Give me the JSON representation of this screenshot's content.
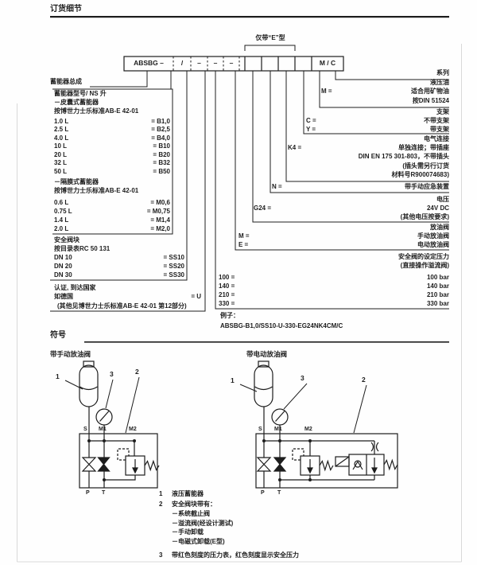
{
  "page": {
    "ink": "#1d1d1d",
    "edge": "#d9d9d9"
  },
  "header": {
    "title": "订货细节"
  },
  "code_box": {
    "prefix": "ABSBG –",
    "slash": "/",
    "dash": "–",
    "suffix": "M / C",
    "bracket_label": "仅带“E”型"
  },
  "left_column": {
    "assembly_label": "蓄能器总成",
    "type_group": {
      "heading": "蓄能器型号/ NS 升",
      "bladder_heading": "－皮囊式蓄能器",
      "bladder_standard": "按博世力士乐标准AB-E 42-01",
      "bladder_rows": [
        {
          "size": "1.0 L",
          "code": "= B1,0"
        },
        {
          "size": "2.5 L",
          "code": "= B2,5"
        },
        {
          "size": "4.0 L",
          "code": "= B4,0"
        },
        {
          "size": "10 L",
          "code": "= B10"
        },
        {
          "size": "20 L",
          "code": "= B20"
        },
        {
          "size": "32 L",
          "code": "= B32"
        },
        {
          "size": "50 L",
          "code": "= B50"
        }
      ],
      "diaphragm_heading": "－隔膜式蓄能器",
      "diaphragm_standard": "按博世力士乐标准AB-E 42-01",
      "diaphragm_rows": [
        {
          "size": "0.6 L",
          "code": "= M0,6"
        },
        {
          "size": "0.75 L",
          "code": "= M0,75"
        },
        {
          "size": "1.4 L",
          "code": "= M1,4"
        },
        {
          "size": "2.0 L",
          "code": "= M2,0"
        }
      ]
    },
    "safety_group": {
      "heading": "安全阀块",
      "standard": "按目录表RC 50 131",
      "rows": [
        {
          "size": "DN 10",
          "code": "= SS10"
        },
        {
          "size": "DN 20",
          "code": "= SS20"
        },
        {
          "size": "DN 30",
          "code": "= SS30"
        }
      ]
    },
    "cert_group": {
      "heading": "认证, 到达国家",
      "country": "如德国",
      "code": "= U",
      "note": "(其他见博世力士乐标准AB-E 42-01 第12部分)"
    }
  },
  "right_column": {
    "series_label": "系列",
    "oil": {
      "heading": "液压油",
      "code": "M =",
      "line1": "适合用矿物油",
      "line2": "按DIN 51524"
    },
    "bracket": {
      "heading": "支架",
      "rows": [
        {
          "code": "C =",
          "label": "不带支架"
        },
        {
          "code": "Y =",
          "label": "带支架"
        }
      ]
    },
    "electrical": {
      "heading": "电气连接",
      "code": "K4 =",
      "line1": "单独连接；带插座",
      "line2": "DIN EN 175 301-803，不带插头",
      "line3": "(插头需另行订货",
      "line4": "材料号R900074683)"
    },
    "emergency": {
      "code": "N =",
      "label": "带手动应急装置"
    },
    "voltage": {
      "heading": "电压",
      "code": "G24 =",
      "value": "24V DC",
      "note": "(其他电压按要求)"
    },
    "drain": {
      "heading": "放油阀",
      "rows": [
        {
          "code": "M =",
          "label": "手动放油阀"
        },
        {
          "code": "E =",
          "label": "电动放油阀"
        }
      ]
    },
    "pressure": {
      "heading": "安全阀的设定压力",
      "subheading": "(直接操作溢流阀)",
      "rows": [
        {
          "code": "100 =",
          "label": "100 bar"
        },
        {
          "code": "140 =",
          "label": "140 bar"
        },
        {
          "code": "210 =",
          "label": "210 bar"
        },
        {
          "code": "330 =",
          "label": "330 bar"
        }
      ]
    }
  },
  "example": {
    "label": "例子：",
    "code": "ABSBG-B1,0/SS10-U-330-EG24NK4CM/C"
  },
  "symbols": {
    "title": "符号",
    "manual_diagram_title": "带手动放油阀",
    "electric_diagram_title": "带电动放油阀",
    "ports": {
      "s": "S",
      "m1": "M1",
      "m2": "M2",
      "p": "P",
      "t": "T"
    },
    "callouts": {
      "c1": "1",
      "c2": "2",
      "c3": "3"
    },
    "legend": {
      "item1_num": "1",
      "item1_text": "液压蓄能器",
      "item2_num": "2",
      "item2_text": "安全阀块带有：",
      "item2_sub1": "－系统截止阀",
      "item2_sub2": "－溢流阀(经设计测试)",
      "item2_sub3": "－手动卸载",
      "item2_sub4": "－电磁式卸载(E型)",
      "item3_num": "3",
      "item3_text": "带红色刻度的压力表，红色刻度显示安全压力"
    }
  }
}
